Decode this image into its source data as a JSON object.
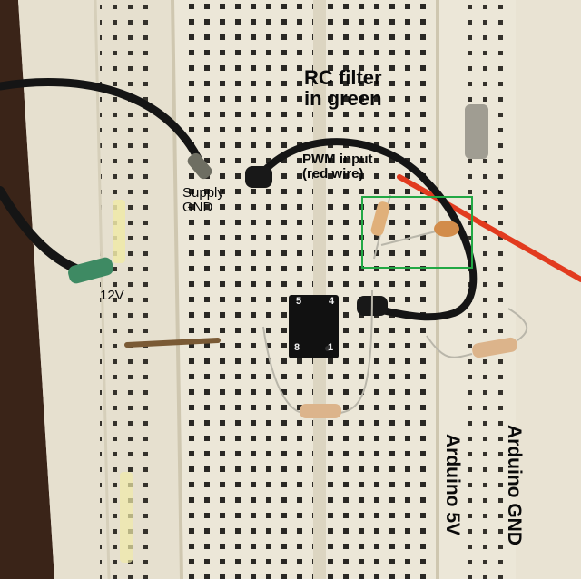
{
  "labels": {
    "rc_filter_line1": "RC filter",
    "rc_filter_line2": "in green",
    "pwm_line1": "PWM input",
    "pwm_line2": "(red wire)",
    "supply_line1": "Supply",
    "supply_line2": "GND",
    "twelve_v": "12V",
    "arduino_5v": "Arduino 5V",
    "arduino_gnd": "Arduino GND"
  },
  "chip_pins": {
    "pin5": "5",
    "pin4": "4",
    "pin8": "8",
    "pin1": "1"
  },
  "colors": {
    "breadboard": "#ece7d8",
    "rc_box": "#22a844",
    "red_wire": "#e23b1f",
    "black_wire": "#151515",
    "green_wire": "#3e8a63",
    "chip": "#111111"
  }
}
